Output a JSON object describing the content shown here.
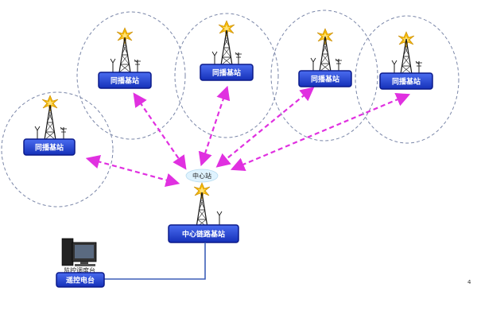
{
  "diagram": {
    "sync_stations": [
      {
        "label": "同播基站"
      },
      {
        "label": "同播基站"
      },
      {
        "label": "同播基站"
      },
      {
        "label": "同播基站"
      },
      {
        "label": "同播基站"
      }
    ],
    "center_station": {
      "cloud_label": "中心站",
      "label": "中心链路基站"
    },
    "console": {
      "caption": "监控调度台",
      "label": "遥控电台"
    },
    "page_mark": "4",
    "colors": {
      "box_fill": "#1f3fd6",
      "box_border": "#0b1a8a",
      "arrow": "#e030e0",
      "coverage_dash": "#7a86a8",
      "tower": "#1a1a1a",
      "signal": "#f2b705",
      "link_line": "#3d5fb8"
    }
  }
}
